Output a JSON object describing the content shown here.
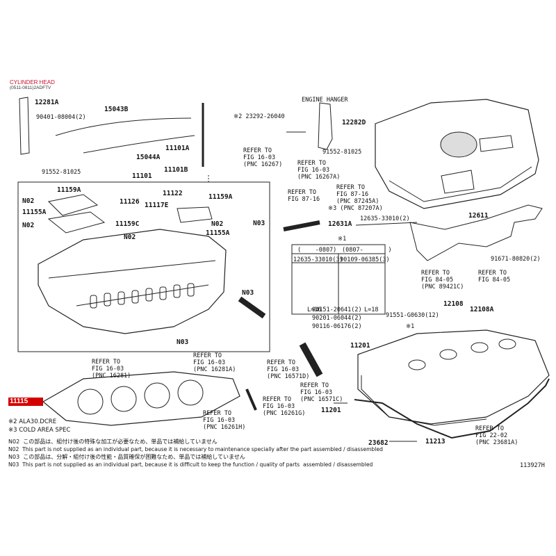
{
  "header": {
    "title": "CYLINDER HEAD",
    "subtitle": "(0511-0811)2ADFTV"
  },
  "highlight": {
    "part": "11115",
    "color": "#d40000"
  },
  "sections": {
    "engine_hanger": "ENGINE HANGER"
  },
  "labels": {
    "p12281a": "12281A",
    "p90401": "90401-08004(2)",
    "p15043b": "15043B",
    "p15044a": "15044A",
    "p91552a": "91552-81025",
    "p11101a": "11101A",
    "p11101b": "11101B",
    "p11101": "11101",
    "p11159a_l": "11159A",
    "p11126": "11126",
    "p11122": "11122",
    "p11159a_r": "11159A",
    "p11117e": "11117E",
    "p11155a_l": "11155A",
    "p11159c": "11159C",
    "p11155a_r": "11155A",
    "n02_a": "N02",
    "n02_b": "N02",
    "n02_c": "N02",
    "n02_d": "N02",
    "n03_a": "N03",
    "n03_b": "N03",
    "n03_c": "N03",
    "p23292": "※2 23292-26040",
    "p12282d": "12282D",
    "p91552b": "91552-81025",
    "p12611": "12611",
    "p12631a": "12631A",
    "p12635_top": "12635-33010(2)",
    "p91671": "91671-80820(2)",
    "p12108": "12108",
    "p12108a": "12108A",
    "p94151": "94151-20641(2)",
    "p90201": "90201-06044(2)",
    "p90116": "90116-06176(2)",
    "p91551": "91551-G0630(12)",
    "p11201": "11201",
    "p11201b": "11201",
    "p11213": "11213",
    "p23682": "23682",
    "p11115": "11115",
    "mark1": "※1",
    "mark1b": "※1",
    "fig_id": "113927H"
  },
  "table": {
    "col1_head": "(    -0807)",
    "col2_head": "(0807-       )",
    "col1_part": "12635-33010(3)",
    "col2_part": "90109-06385(3)",
    "col1_len": "L=16",
    "col2_len": "L=18"
  },
  "refs": [
    {
      "l1": "REFER TO",
      "l2": "FIG 16-03",
      "l3": "(PNC 16267)"
    },
    {
      "l1": "REFER TO",
      "l2": "FIG 16-03",
      "l3": "(PNC 16267A)"
    },
    {
      "l1": "REFER TO",
      "l2": "FIG 87-16",
      "l3": ""
    },
    {
      "l1": "REFER TO",
      "l2": "FIG 87-16",
      "l3": "(PNC 87245A)"
    },
    {
      "l1": "",
      "l2": "",
      "l3": "※3 (PNC 87207A)"
    },
    {
      "l1": "REFER TO",
      "l2": "FIG 84-05",
      "l3": "(PNC 89421C)"
    },
    {
      "l1": "REFER TO",
      "l2": "FIG 84-05",
      "l3": ""
    },
    {
      "l1": "REFER TO",
      "l2": "FIG 16-03",
      "l3": "(PNC 16281)"
    },
    {
      "l1": "REFER TO",
      "l2": "FIG 16-03",
      "l3": "(PNC 16281A)"
    },
    {
      "l1": "REFER TO",
      "l2": "FIG 16-03",
      "l3": "(PNC 16571D)"
    },
    {
      "l1": "REFER TO",
      "l2": "FIG 16-03",
      "l3": "(PNC 16571C)"
    },
    {
      "l1": "REFER TO",
      "l2": "FIG 16-03",
      "l3": "(PNC 16261G)"
    },
    {
      "l1": "REFER TO",
      "l2": "FIG 16-03",
      "l3": "(PNC 16261H)"
    },
    {
      "l1": "REFER TO",
      "l2": "FIG 22-02",
      "l3": "(PNC 23681A)"
    }
  ],
  "footnotes": {
    "s2": "※2 ALA30.DCRE",
    "s3": "※3 COLD AREA SPEC",
    "n02_jp": "N02  この部品は、組付け後の特殊な加工が必要なため、単品では補給していません",
    "n02_en": "N02  This part is not supplied as an individual part, because it is necessary to maintenance specially after the part assembled / disassembled",
    "n03_jp": "N03  この部品は、分解・組付け後の性能・品質確保が困難なため、単品では補給していません",
    "n03_en": "N03  This part is not supplied as an individual part, because it is difficult to keep the function / quality of parts  assembled / disassembled"
  }
}
